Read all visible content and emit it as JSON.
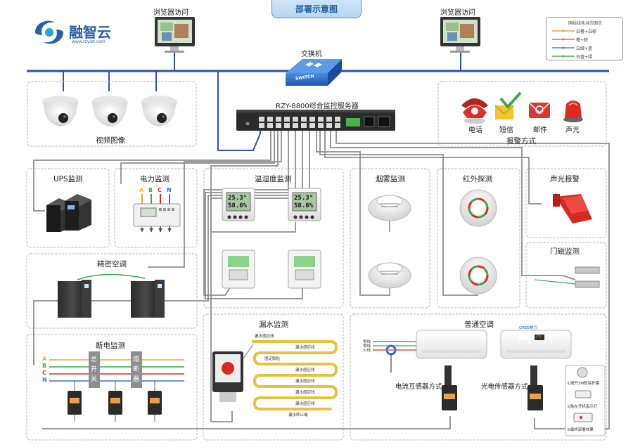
{
  "title": "部署示意图",
  "logo": {
    "name": "融智云",
    "url": "www.rzyiot.com"
  },
  "network": {
    "browser_left": "浏览器访问",
    "browser_right": "浏览器访问",
    "switch_label": "交换机",
    "switch_text": "SWITCH",
    "server_label": "RZY-8800综合监控服务器"
  },
  "legend": {
    "title": "网线线色对应图示",
    "items": [
      "白橙+白棕",
      "橙+棕",
      "白绿+蓝",
      "白蓝+绿"
    ]
  },
  "zones": {
    "video": "视频图像",
    "alarm": "报警方式",
    "alarm_items": [
      "电话",
      "短信",
      "邮件",
      "声光"
    ],
    "ups": "UPS监测",
    "power": "电力监测",
    "power_phases": [
      "A",
      "B",
      "C",
      "N"
    ],
    "temp": "温湿度监测",
    "temp_lcd": [
      [
        "25.3°",
        "58.6%"
      ],
      [
        "25.3°",
        "58.6%"
      ]
    ],
    "smoke": "烟雾监测",
    "infrared": "红外探测",
    "sound_light": "声光报警",
    "door": "门磁监测",
    "precision_ac": "精密空调",
    "outage": "断电监测",
    "outage_phases": [
      "A",
      "B",
      "C",
      "N"
    ],
    "main_switch": [
      "总",
      "开",
      "关"
    ],
    "fuse": [
      "熔",
      "断",
      "器"
    ],
    "leak": "漏水监测",
    "leak_labels": [
      "漏水感应线",
      "漏水感应线",
      "固定胶贴",
      "漏水感应线",
      "漏水感应线",
      "漏水感应线",
      "漏水终止端",
      "漏水感应线"
    ],
    "general_ac": "普通空调",
    "ac_lines": [
      "零线",
      "零线",
      "火线"
    ],
    "ac_brand": "GREE格力",
    "ac_display": "25",
    "current_sensor": "电流互感器方式",
    "photo_sensor": "光电传感器方式",
    "steps": [
      "①揭开3M胶保护膜",
      "②贴在开机指示灯",
      "③最终部署效果"
    ]
  },
  "colors": {
    "network_bus": "#2e52a8",
    "wire_grey": "#8e8e8e",
    "dashed_border": "#b5b5b5",
    "title_blue": "#1f5f9f"
  }
}
